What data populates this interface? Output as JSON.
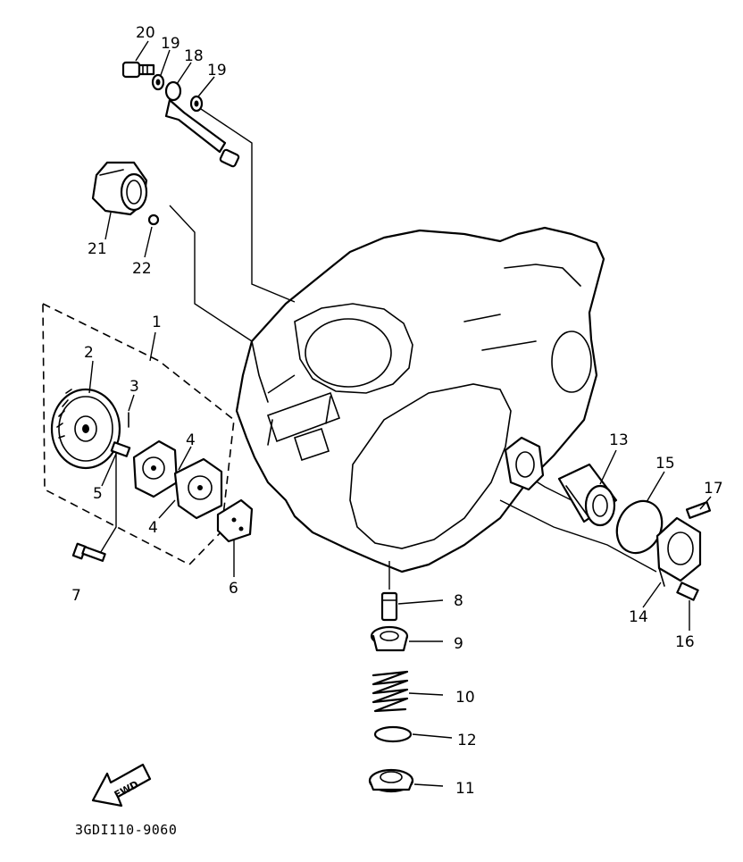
{
  "callouts": {
    "p1": "1",
    "p2": "2",
    "p3": "3",
    "p4a": "4",
    "p4b": "4",
    "p5": "5",
    "p6": "6",
    "p7": "7",
    "p8": "8",
    "p9": "9",
    "p10": "10",
    "p11": "11",
    "p12": "12",
    "p13": "13",
    "p14": "14",
    "p15": "15",
    "p16": "16",
    "p17": "17",
    "p18": "18",
    "p19a": "19",
    "p19b": "19",
    "p20": "20",
    "p21": "21",
    "p22": "22"
  },
  "fwd_label": "FWD",
  "diagram_code": "3GDI110-9060"
}
